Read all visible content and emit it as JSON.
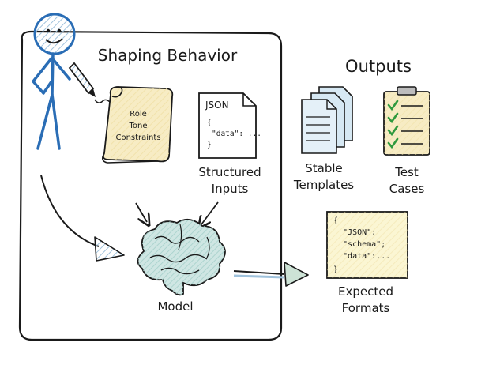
{
  "diagram": {
    "frame_title": "Shaping Behavior",
    "scroll_labels": [
      "Role",
      "Tone",
      "Constraints"
    ],
    "json_doc": {
      "header": "JSON",
      "lines": [
        "{",
        "\"data\": ...",
        "}"
      ]
    },
    "structured_inputs_label": [
      "Structured",
      "Inputs"
    ],
    "model_label": "Model",
    "outputs_title": "Outputs",
    "stable_templates_label": [
      "Stable",
      "Templates"
    ],
    "test_cases_label": [
      "Test",
      "Cases"
    ],
    "code_card_lines": [
      "{",
      "  \"JSON\":",
      "  \"schema\";",
      "  \"data\":...",
      "}"
    ],
    "expected_formats_label": [
      "Expected",
      "Formats"
    ]
  },
  "colors": {
    "stroke": "#1a1a1a",
    "figure_blue": "#2a6db5",
    "parchment": "#f7ecc4",
    "code_card": "#fbf6d3",
    "brain": "#cfe6e3",
    "docs_blue": "#d6e8f3",
    "arrow_fill": "#cde3d6",
    "check_green": "#2f9a3e"
  }
}
